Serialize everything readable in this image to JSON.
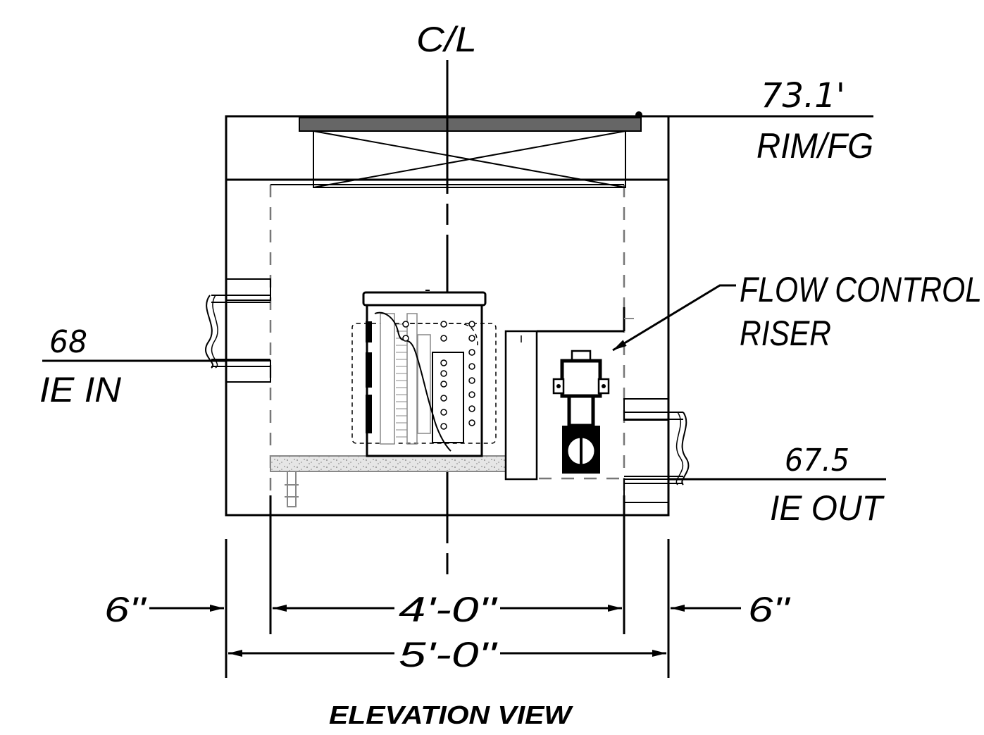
{
  "labels": {
    "centerline": "C/L",
    "rim_elevation": "73.1'",
    "rim_label": "RIM/FG",
    "ie_in_elevation": "68",
    "ie_in_label": "IE IN",
    "ie_out_elevation": "67.5",
    "ie_out_label": "IE OUT",
    "flow_control_line1": "FLOW CONTROL",
    "flow_control_line2": "RISER",
    "dim_wall_left": "6\"",
    "dim_wall_right": "6\"",
    "dim_inner_width": "4'-0\"",
    "dim_outer_width": "5'-0\"",
    "caption": "ELEVATION VIEW"
  },
  "colors": {
    "line": "#000000",
    "dashed_outline": "#777777",
    "lid": "#666666",
    "media_bed": "#d9d9d9"
  }
}
